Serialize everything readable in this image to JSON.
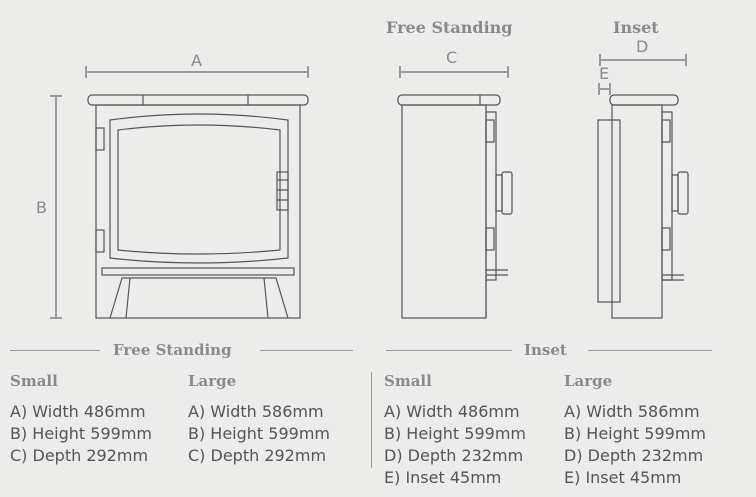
{
  "views": {
    "free_standing_title": "Free Standing",
    "inset_title": "Inset"
  },
  "dimension_labels": {
    "a": "A",
    "b": "B",
    "c": "C",
    "d": "D",
    "e": "E"
  },
  "specs": {
    "free_standing": {
      "heading": "Free Standing",
      "small": {
        "label": "Small",
        "lines": [
          "A) Width 486mm",
          "B) Height 599mm",
          "C) Depth 292mm"
        ]
      },
      "large": {
        "label": "Large",
        "lines": [
          "A) Width 586mm",
          "B) Height 599mm",
          "C) Depth 292mm"
        ]
      }
    },
    "inset": {
      "heading": "Inset",
      "small": {
        "label": "Small",
        "lines": [
          "A) Width 486mm",
          "B) Height 599mm",
          "D) Depth 232mm",
          "E) Inset 45mm"
        ]
      },
      "large": {
        "label": "Large",
        "lines": [
          "A) Width 586mm",
          "B) Height 599mm",
          "D) Depth 232mm",
          "E) Inset 45mm"
        ]
      }
    }
  },
  "colors": {
    "background": "#ececeb",
    "stroke": "#555555",
    "dimension": "#9a9a9a"
  }
}
